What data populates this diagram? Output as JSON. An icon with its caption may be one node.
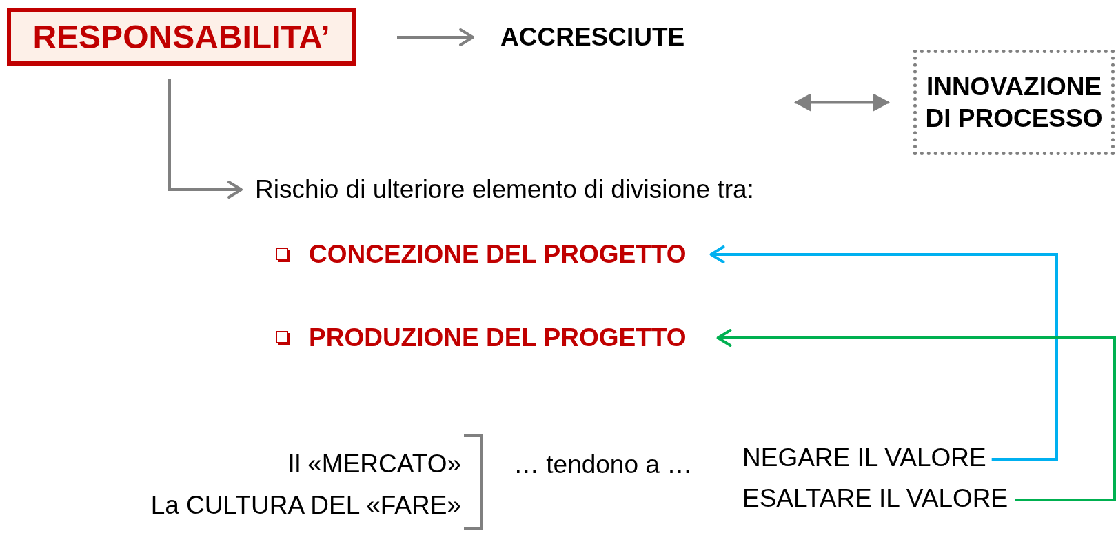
{
  "diagram": {
    "nodes": [
      {
        "text": [
          "RESPONSABILITA’"
        ]
      },
      {
        "text": [
          "ACCRESCIUTE"
        ]
      },
      {
        "text": [
          "INNOVAZIONE DI PROCESSO"
        ]
      },
      {
        "text": [
          "Rischio di ulteriore elemento di divisione tra:"
        ]
      },
      {
        "text": [
          "CONCEZIONE DEL PROGETTO"
        ]
      },
      {
        "text": [
          "PRODUZIONE DEL PROGETTO"
        ]
      },
      {
        "text": [
          "Il «MERCATO»"
        ]
      },
      {
        "text": [
          "La CULTURA DEL «FARE»"
        ]
      },
      {
        "text": [
          "NEGARE IL VALORE"
        ]
      },
      {
        "text": [
          "ESALTARE IL VALORE"
        ]
      }
    ],
    "edges": [
      {
        "from": 0,
        "to": 1,
        "arrow": "to"
      },
      {
        "from": 0,
        "to": 3,
        "arrow": "to"
      },
      {
        "from": null,
        "to": 2,
        "arrow": "both"
      },
      {
        "from": 8,
        "to": 4,
        "arrow": "to",
        "color": "#00b0f0"
      },
      {
        "from": 9,
        "to": 5,
        "arrow": "to",
        "color": "#00b050"
      }
    ],
    "labels": [
      "… tendono a …"
    ]
  }
}
